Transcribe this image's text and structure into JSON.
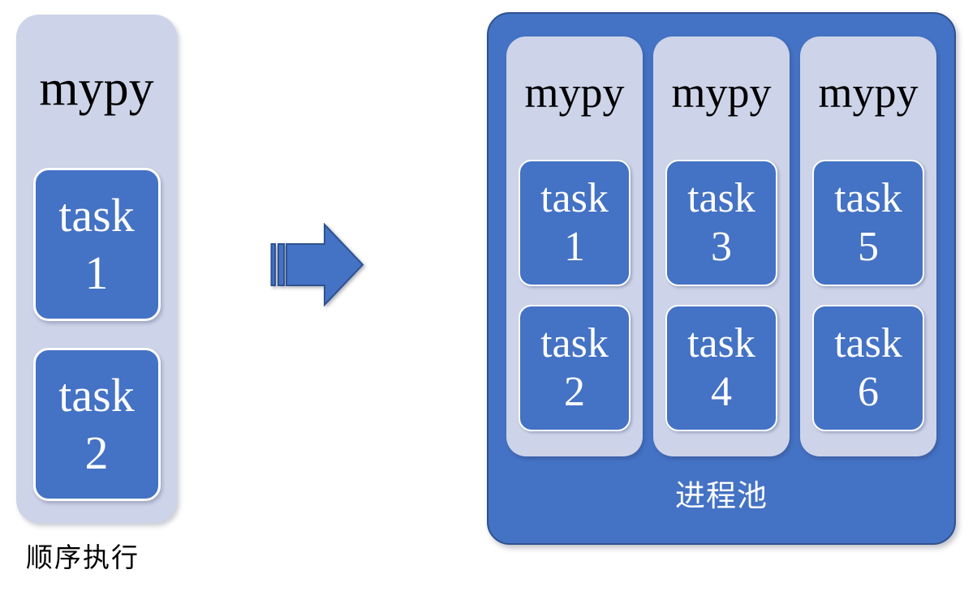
{
  "diagram": {
    "colors": {
      "blue": "#4472C4",
      "blue_border": "#2F528F",
      "light_panel": "#CDD3E8",
      "task_text": "#FFFFFF",
      "title_text": "#000000",
      "pool_caption_text": "#FFFFFF"
    },
    "sequential": {
      "title": "mypy",
      "caption": "顺序执行",
      "tasks": [
        {
          "word": "task",
          "num": "1"
        },
        {
          "word": "task",
          "num": "2"
        }
      ]
    },
    "arrow": {
      "icon": "striped-right-arrow"
    },
    "pool": {
      "caption": "进程池",
      "workers": [
        {
          "title": "mypy",
          "tasks": [
            {
              "word": "task",
              "num": "1"
            },
            {
              "word": "task",
              "num": "2"
            }
          ]
        },
        {
          "title": "mypy",
          "tasks": [
            {
              "word": "task",
              "num": "3"
            },
            {
              "word": "task",
              "num": "4"
            }
          ]
        },
        {
          "title": "mypy",
          "tasks": [
            {
              "word": "task",
              "num": "5"
            },
            {
              "word": "task",
              "num": "6"
            }
          ]
        }
      ]
    }
  }
}
